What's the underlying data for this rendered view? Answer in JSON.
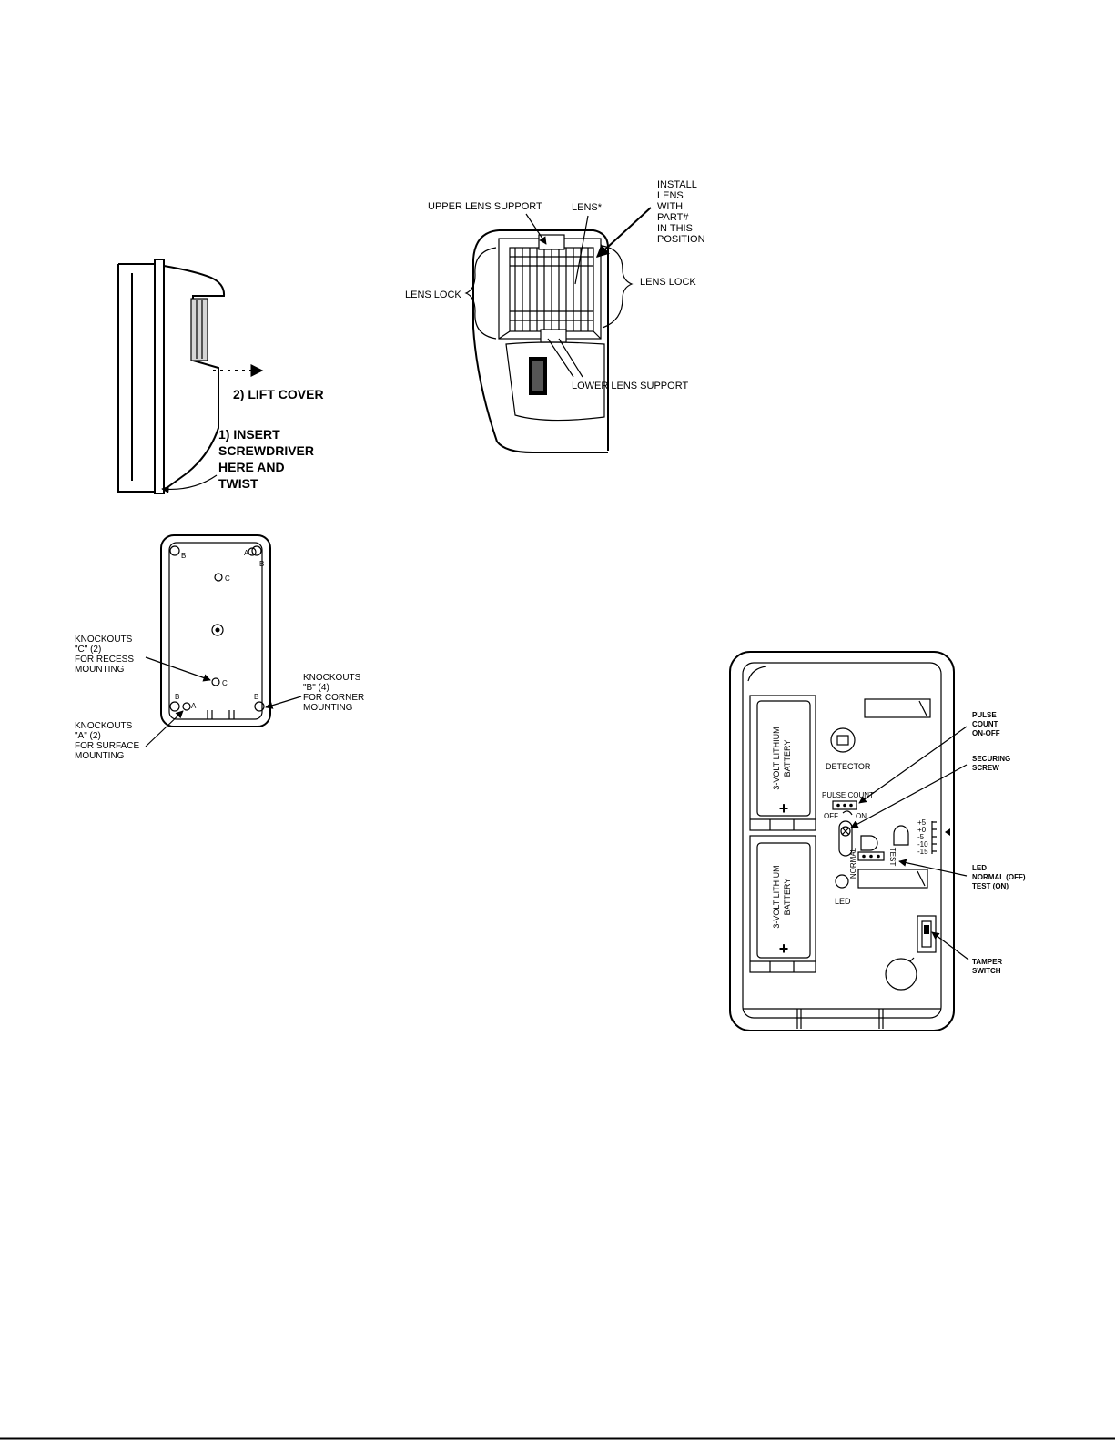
{
  "fig_cover": {
    "step2": "2) LIFT COVER",
    "step1_l1": "1) INSERT",
    "step1_l2": "SCREWDRIVER",
    "step1_l3": "HERE AND",
    "step1_l4": "TWIST"
  },
  "fig_lens": {
    "upper_support": "UPPER LENS SUPPORT",
    "lens": "LENS*",
    "install_l1": "INSTALL",
    "install_l2": "LENS",
    "install_l3": "WITH",
    "install_l4": "PART#",
    "install_l5": "IN THIS",
    "install_l6": "POSITION",
    "lens_lock_left": "LENS LOCK",
    "lens_lock_right": "LENS LOCK",
    "lower_support": "LOWER LENS SUPPORT"
  },
  "fig_base": {
    "mark_a": "A",
    "mark_b": "B",
    "mark_c": "C",
    "c_l1": "KNOCKOUTS",
    "c_l2": "\"C\" (2)",
    "c_l3": "FOR RECESS",
    "c_l4": "MOUNTING",
    "b_l1": "KNOCKOUTS",
    "b_l2": "\"B\" (4)",
    "b_l3": "FOR CORNER",
    "b_l4": "MOUNTING",
    "a_l1": "KNOCKOUTS",
    "a_l2": "\"A\" (2)",
    "a_l3": "FOR SURFACE",
    "a_l4": "MOUNTING"
  },
  "fig_board": {
    "battery_l1": "3-VOLT LITHIUM",
    "battery_l2": "BATTERY",
    "plus": "+",
    "detector": "DETECTOR",
    "pulse_count": "PULSE COUNT",
    "off": "OFF",
    "on": "ON",
    "normal": "NORMAL",
    "test": "TEST",
    "led": "LED",
    "scale": [
      "+5",
      "+0",
      "-5",
      "-10",
      "-15"
    ],
    "callout_pulse_l1": "PULSE",
    "callout_pulse_l2": "COUNT",
    "callout_pulse_l3": "ON-OFF",
    "callout_screw_l1": "SECURING",
    "callout_screw_l2": "SCREW",
    "callout_led_l1": "LED",
    "callout_led_l2": "NORMAL (OFF)",
    "callout_led_l3": "TEST (ON)",
    "callout_tamper_l1": "TAMPER",
    "callout_tamper_l2": "SWITCH"
  }
}
